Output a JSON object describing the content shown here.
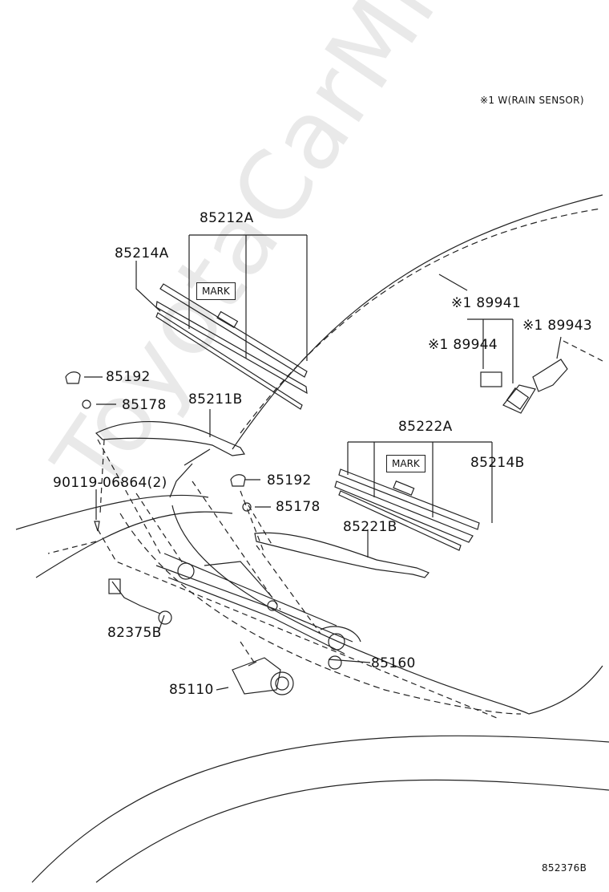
{
  "watermark": "ToyotaCarMine.ru",
  "note": "※1 W(RAIN SENSOR)",
  "drawing_number": "852376B",
  "mark_label": "MARK",
  "parts": {
    "p85212A": "85212A",
    "p85214A": "85214A",
    "p85192a": "85192",
    "p85178a": "85178",
    "p85211B": "85211B",
    "p90119": "90119-06864(2)",
    "p82375B": "82375B",
    "p85110": "85110",
    "p85160": "85160",
    "p85192b": "85192",
    "p85178b": "85178",
    "p85221B": "85221B",
    "p85222A": "85222A",
    "p85214B": "85214B",
    "p89941": "※1 89941",
    "p89944": "※1 89944",
    "p89943": "※1 89943"
  }
}
